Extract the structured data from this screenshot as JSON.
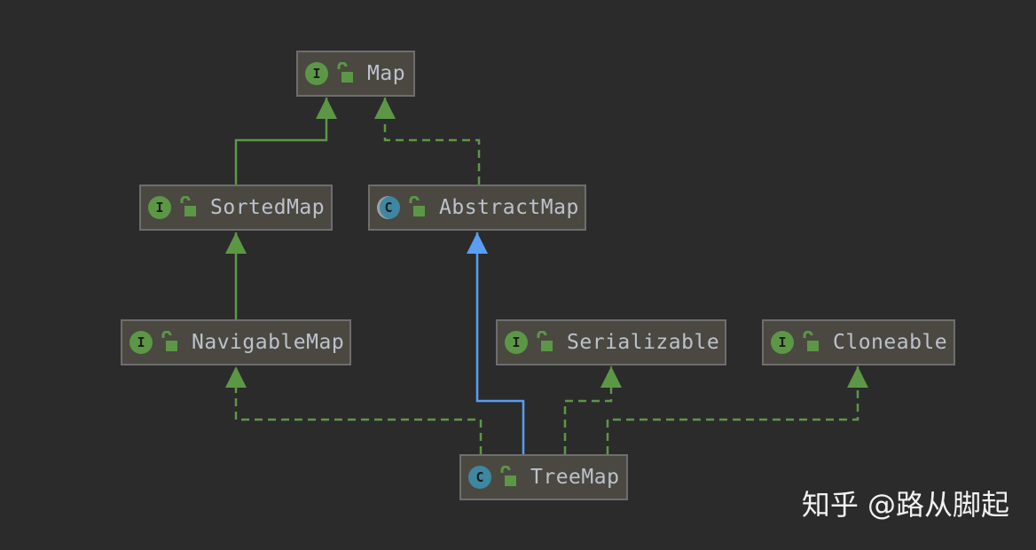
{
  "diagram": {
    "nodes": [
      {
        "id": "map",
        "kind": "I",
        "label": "Map"
      },
      {
        "id": "sortedmap",
        "kind": "I",
        "label": "SortedMap"
      },
      {
        "id": "abstractmap",
        "kind": "C",
        "label": "AbstractMap"
      },
      {
        "id": "navigablemap",
        "kind": "I",
        "label": "NavigableMap"
      },
      {
        "id": "serializable",
        "kind": "I",
        "label": "Serializable"
      },
      {
        "id": "cloneable",
        "kind": "I",
        "label": "Cloneable"
      },
      {
        "id": "treemap",
        "kind": "C",
        "label": "TreeMap"
      }
    ],
    "edges": [
      {
        "from": "sortedmap",
        "to": "map",
        "relation": "extends"
      },
      {
        "from": "abstractmap",
        "to": "map",
        "relation": "implements"
      },
      {
        "from": "navigablemap",
        "to": "sortedmap",
        "relation": "extends"
      },
      {
        "from": "treemap",
        "to": "abstractmap",
        "relation": "extends"
      },
      {
        "from": "treemap",
        "to": "navigablemap",
        "relation": "implements"
      },
      {
        "from": "treemap",
        "to": "serializable",
        "relation": "implements"
      },
      {
        "from": "treemap",
        "to": "cloneable",
        "relation": "implements"
      }
    ],
    "colors": {
      "background": "#2b2b2b",
      "node_fill": "#4a4841",
      "node_border": "#6e6e6e",
      "interface_badge": "#5c9746",
      "class_badge": "#3e87a1",
      "extends_class_edge": "#589df6",
      "interface_edge": "#5c9746",
      "label_text": "#bcc2cc"
    }
  },
  "watermark": "知乎 @路从脚起"
}
